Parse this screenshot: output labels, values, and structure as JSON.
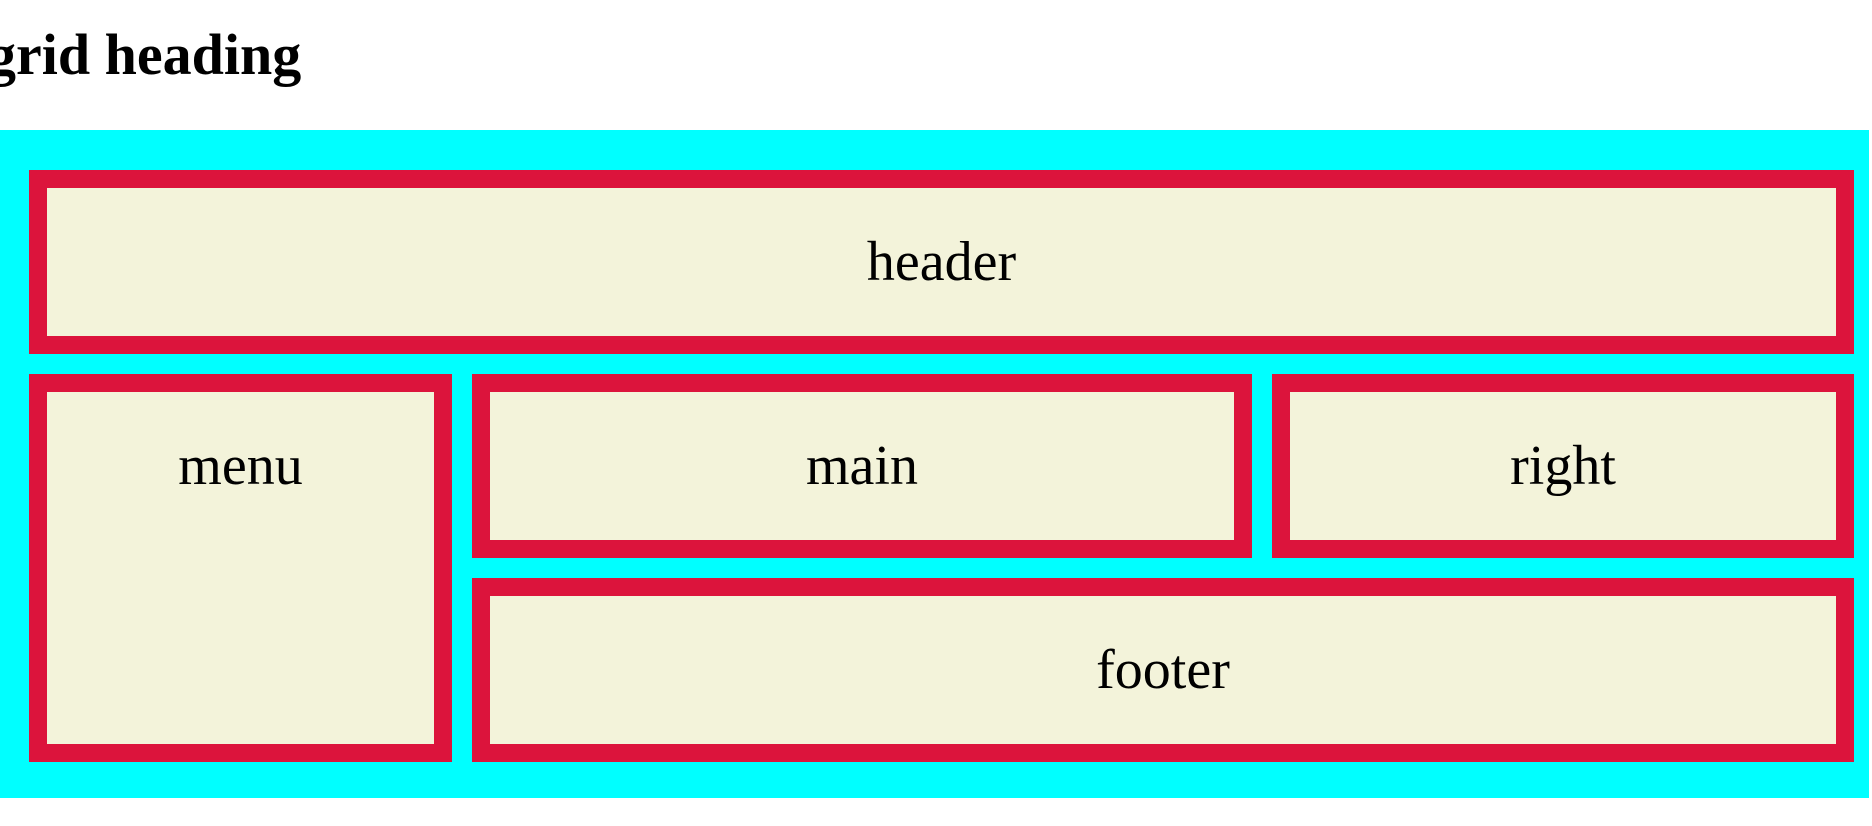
{
  "page": {
    "heading": "grid heading"
  },
  "grid": {
    "header": "header",
    "menu": "menu",
    "main": "main",
    "right": "right",
    "footer": "footer"
  },
  "colors": {
    "container_background": "#00ffff",
    "cell_border": "#dc143c",
    "cell_background": "#f3f3da"
  }
}
